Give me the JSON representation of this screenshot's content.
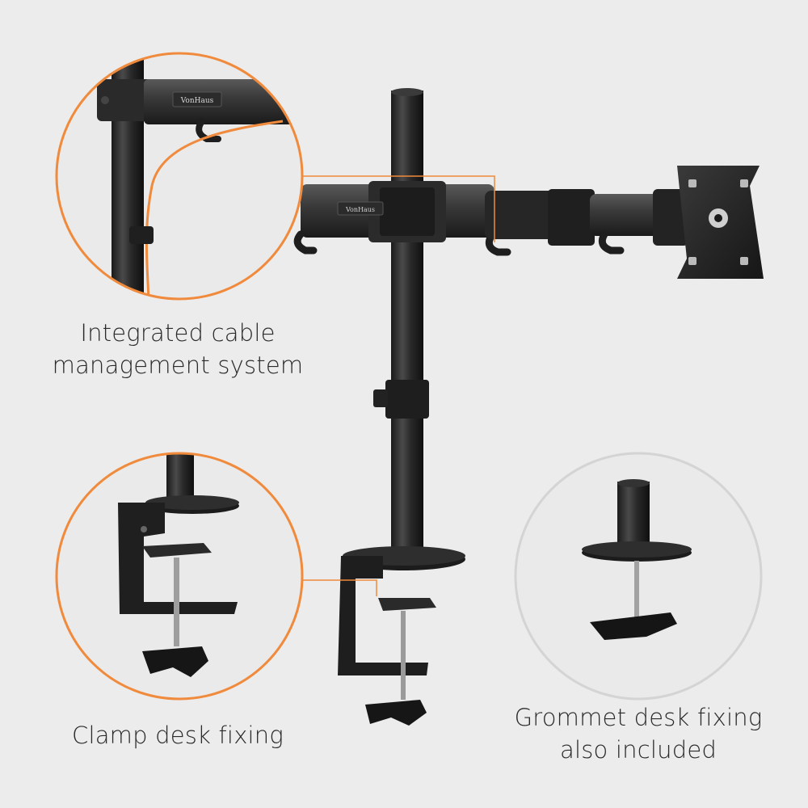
{
  "brand": {
    "logo_text": "VonHaus",
    "accent_color": "#f08a3c"
  },
  "callouts": {
    "cable": {
      "line1": "Integrated cable",
      "line2": "management system"
    },
    "clamp": {
      "line1": "Clamp desk fixing"
    },
    "grommet": {
      "line1": "Grommet desk fixing",
      "line2": "also included"
    }
  }
}
